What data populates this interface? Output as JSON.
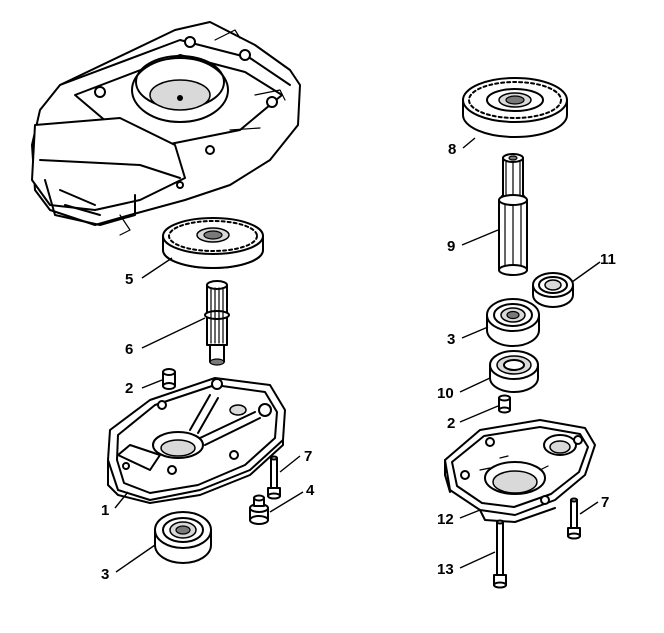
{
  "callouts": {
    "c1": "1",
    "c2_left": "2",
    "c2_right": "2",
    "c3_left_bottom": "3",
    "c3_right": "3",
    "c4": "4",
    "c5": "5",
    "c6": "6",
    "c7_left": "7",
    "c7_right": "7",
    "c8": "8",
    "c9": "9",
    "c10": "10",
    "c11": "11",
    "c12": "12",
    "c13": "13"
  }
}
